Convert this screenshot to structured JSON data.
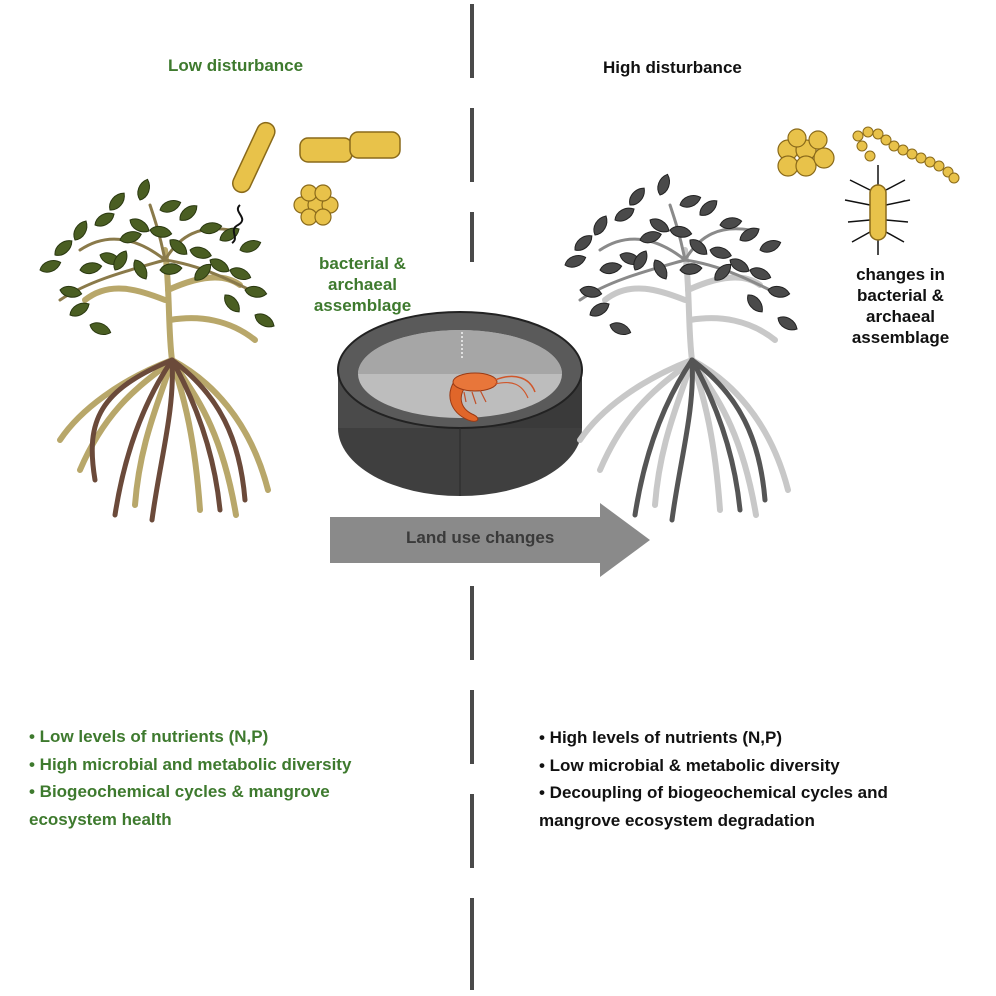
{
  "left": {
    "title": "Low disturbance",
    "microbe_label_lines": [
      "bacterial &",
      "archaeal",
      "assemblage"
    ],
    "bullets": [
      "• Low levels of nutrients (N,P)",
      "• High microbial and metabolic diversity",
      "• Biogeochemical cycles & mangrove",
      "ecosystem health"
    ]
  },
  "right": {
    "title": "High disturbance",
    "microbe_label_lines": [
      "changes in",
      "bacterial &",
      "archaeal",
      "assemblage"
    ],
    "bullets": [
      "• High levels of nutrients (N,P)",
      "• Low microbial & metabolic diversity",
      "• Decoupling of biogeochemical cycles and",
      "mangrove ecosystem degradation"
    ]
  },
  "arrow": {
    "label": "Land use changes"
  },
  "colors": {
    "green_text": "#3e7a2e",
    "healthy_leaf": "#4a5e22",
    "healthy_root": "#b8a76a",
    "dark_root": "#6b4a3a",
    "degraded_leaf": "#4a4a4a",
    "degraded_root": "#c8c8c8",
    "microbe": "#e8c24a",
    "shrimp": "#e0662a",
    "pond": "#555555",
    "arrow": "#8a8a8a"
  }
}
